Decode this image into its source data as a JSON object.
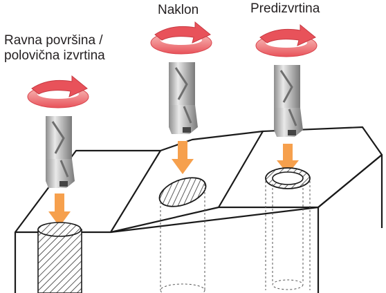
{
  "labels": {
    "flat_line1": "Ravna površina /",
    "flat_line2": "polovična izvrtina",
    "incline": "Naklon",
    "predrill": "Predizvrtina"
  },
  "icons": {
    "rotation": "rotation-arrow-icon",
    "feed": "feed-down-arrow-icon",
    "tool": "drill-tool-icon"
  },
  "colors": {
    "rotation_arrow": "#e8525a",
    "rotation_arrow_light": "#f7b3b0",
    "feed_arrow": "#f6a04d",
    "outline": "#1a1a1a",
    "hatch": "#333333",
    "tool_metal": "#b9b9b9"
  }
}
